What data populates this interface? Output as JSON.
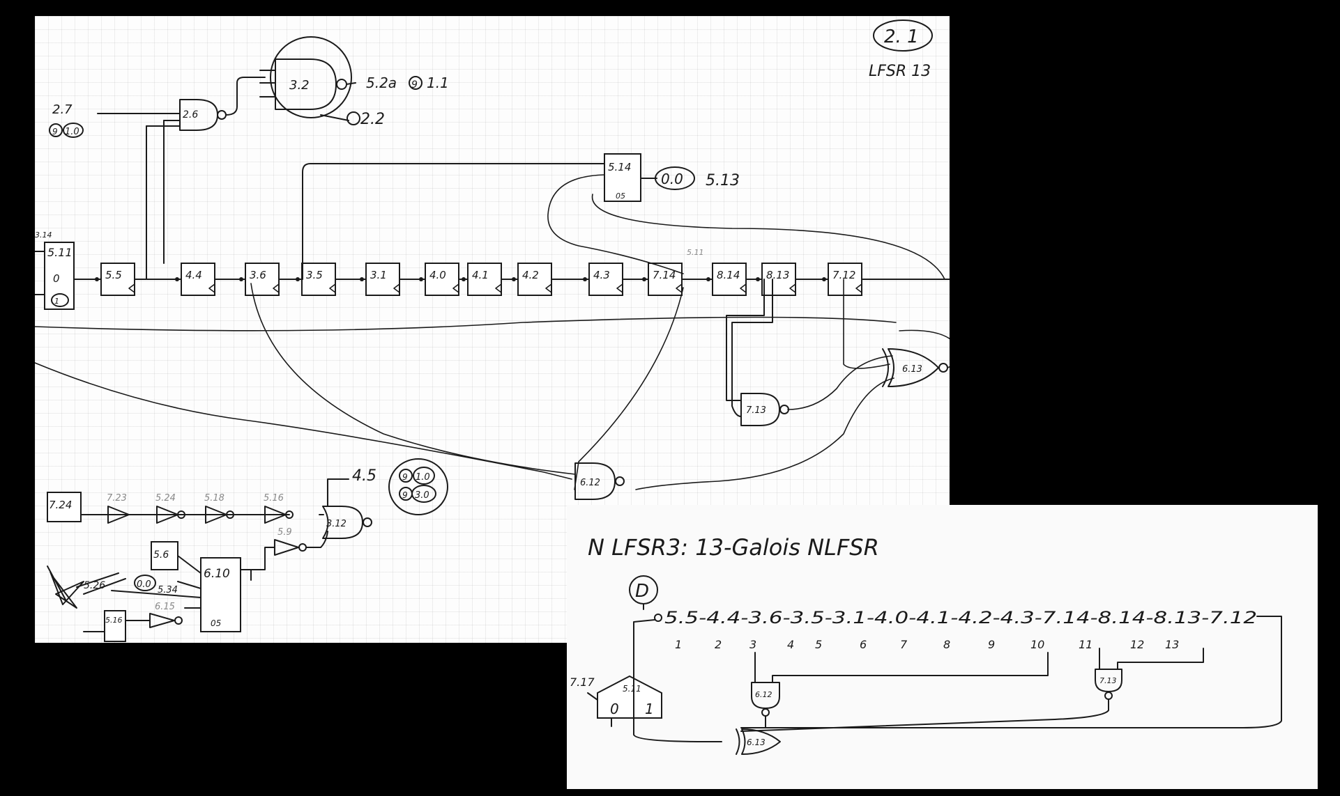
{
  "page_label": "2. 1",
  "page_subtitle": "LFSR 13",
  "chain": [
    "5.5",
    "4.4",
    "3.6",
    "3.5",
    "3.1",
    "4.0",
    "4.1",
    "4.2",
    "4.3",
    "7.14",
    "8.14",
    "8.13",
    "7.12"
  ],
  "top_gates": {
    "nand_2_6": "2.6",
    "nand_3_2": "3.2",
    "out_5_2a": "5.2a",
    "circ_9": "9",
    "ref_1_1": "1.1",
    "circ_2_2": "2.2",
    "input_2_7": "2.7",
    "circ_9b": "9",
    "circ_1_0": "1.0"
  },
  "mux_left": {
    "top": "5.11",
    "zero": "0",
    "one": "1",
    "label_top": "3.14"
  },
  "flop_5_14": {
    "name": "5.14",
    "sub": "05",
    "circ": "0.0",
    "ref": "5.13",
    "tap_label": "5.11"
  },
  "gates_mid": {
    "xnor": "6.13",
    "nand_7_13": "7.13",
    "nand_6_12": "6.12"
  },
  "bottom_left": {
    "flop_7_24": "7.24",
    "buffers": [
      "7.23",
      "5.24",
      "5.18",
      "5.16"
    ],
    "buf_5_9": "5.9",
    "nand_3_12": "3.12",
    "ref_4_5": "4.5",
    "circ_9a": "9",
    "circ_1_0": "1.0",
    "circ_9c": "9",
    "circ_3_0": "3.0",
    "box_5_6": "5.6",
    "block_6_10": "6.10",
    "block_6_10_sub": "05",
    "ref_5_26": "5.26",
    "circ_0_0": "0.0",
    "ref_5_34": "5.34",
    "ref_6_15": "6.15",
    "flop_5_16": "5.16"
  },
  "inset": {
    "title": "N LFSR3:  13-Galois NLFSR",
    "d_label": "D",
    "chain_text": "5.5-4.4-3.6-3.5-3.1-4.0-4.1-4.2-4.3-7.14-8.14-8.13-7.12",
    "indices": [
      "1",
      "2",
      "3",
      "4",
      "5",
      "6",
      "7",
      "8",
      "9",
      "10",
      "11",
      "12",
      "13"
    ],
    "mux_top": "5.11",
    "mux_zero": "0",
    "mux_one": "1",
    "mux_input": "7.17",
    "nand_left": "6.12",
    "nand_right": "7.13",
    "xor": "6.13"
  }
}
